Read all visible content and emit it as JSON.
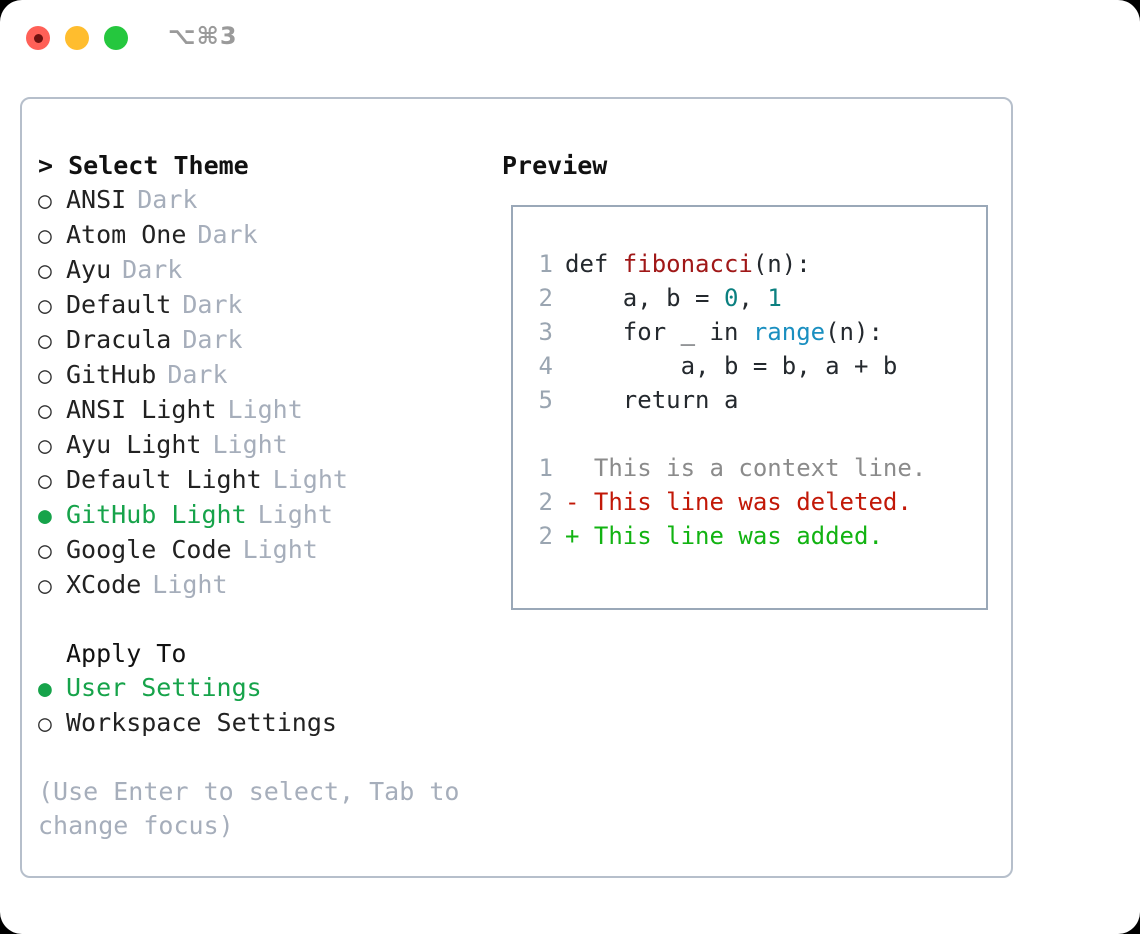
{
  "titlebar": {
    "shortcut": "⌥⌘3",
    "buttons": [
      {
        "name": "close",
        "color": "#ff6057"
      },
      {
        "name": "minimize",
        "color": "#ffbd2e"
      },
      {
        "name": "maximize",
        "color": "#25c73e"
      }
    ]
  },
  "theme_picker": {
    "prompt": "> Select Theme",
    "items": [
      {
        "bullet": "○",
        "label": "ANSI",
        "tag": "Dark",
        "selected": false
      },
      {
        "bullet": "○",
        "label": "Atom One",
        "tag": "Dark",
        "selected": false
      },
      {
        "bullet": "○",
        "label": "Ayu",
        "tag": "Dark",
        "selected": false
      },
      {
        "bullet": "○",
        "label": "Default",
        "tag": "Dark",
        "selected": false
      },
      {
        "bullet": "○",
        "label": "Dracula",
        "tag": "Dark",
        "selected": false
      },
      {
        "bullet": "○",
        "label": "GitHub",
        "tag": "Dark",
        "selected": false
      },
      {
        "bullet": "○",
        "label": "ANSI Light",
        "tag": "Light",
        "selected": false
      },
      {
        "bullet": "○",
        "label": "Ayu Light",
        "tag": "Light",
        "selected": false
      },
      {
        "bullet": "○",
        "label": "Default Light",
        "tag": "Light",
        "selected": false
      },
      {
        "bullet": "●",
        "label": "GitHub Light",
        "tag": "Light",
        "selected": true
      },
      {
        "bullet": "○",
        "label": "Google Code",
        "tag": "Light",
        "selected": false
      },
      {
        "bullet": "○",
        "label": "XCode",
        "tag": "Light",
        "selected": false
      }
    ]
  },
  "apply_to": {
    "heading": "Apply To",
    "items": [
      {
        "bullet": "●",
        "label": "User Settings",
        "selected": true
      },
      {
        "bullet": "○",
        "label": "Workspace Settings",
        "selected": false
      }
    ]
  },
  "hint": {
    "line1": "(Use Enter to select, Tab to",
    "line2": "change focus)"
  },
  "preview": {
    "title": "Preview",
    "code_lines": [
      {
        "num": "1",
        "tokens": [
          {
            "text": "def ",
            "kind": "plain"
          },
          {
            "text": "fibonacci",
            "kind": "fn"
          },
          {
            "text": "(n):",
            "kind": "plain"
          }
        ]
      },
      {
        "num": "2",
        "tokens": [
          {
            "text": "    a, b = ",
            "kind": "plain"
          },
          {
            "text": "0",
            "kind": "num"
          },
          {
            "text": ", ",
            "kind": "plain"
          },
          {
            "text": "1",
            "kind": "num"
          }
        ]
      },
      {
        "num": "3",
        "tokens": [
          {
            "text": "    for _ in ",
            "kind": "plain"
          },
          {
            "text": "range",
            "kind": "call"
          },
          {
            "text": "(n):",
            "kind": "plain"
          }
        ]
      },
      {
        "num": "4",
        "tokens": [
          {
            "text": "        a, b = b, a + b",
            "kind": "plain"
          }
        ]
      },
      {
        "num": "5",
        "tokens": [
          {
            "text": "    return a",
            "kind": "plain"
          }
        ]
      }
    ],
    "diff_lines": [
      {
        "num": "1",
        "marker": "  ",
        "text": "This is a context line.",
        "kind": "context"
      },
      {
        "num": "2",
        "marker": "- ",
        "text": "This line was deleted.",
        "kind": "deleted"
      },
      {
        "num": "2",
        "marker": "+ ",
        "text": "This line was added.",
        "kind": "added"
      }
    ]
  },
  "colors": {
    "accent_green": "#16a34a",
    "muted": "#a6aebb",
    "line_number": "#9aa5b1",
    "panel_border": "#b6bfcb",
    "preview_border": "#9aa8b8",
    "fn_red": "#a01818",
    "num_teal": "#0b8080",
    "call_blue": "#1a8fc0",
    "diff_deleted": "#c21807",
    "diff_added": "#12b312",
    "diff_context": "#8b8b8b"
  }
}
